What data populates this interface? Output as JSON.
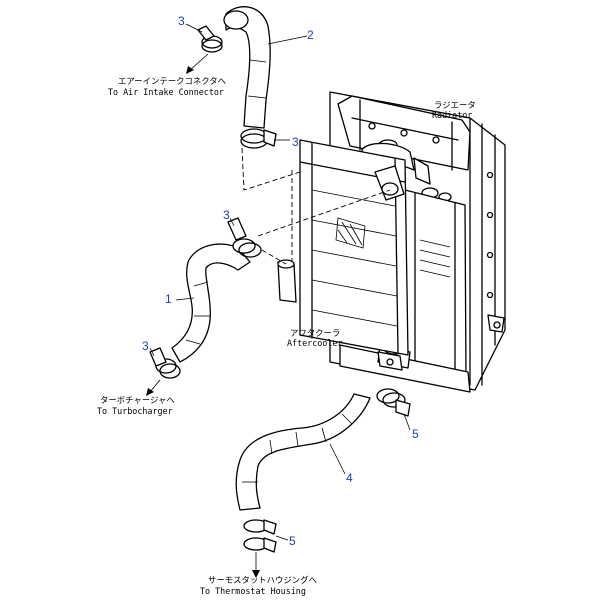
{
  "colors": {
    "callout": "#1a3fbf",
    "line": "#000000"
  },
  "callouts": {
    "c3_top": "3",
    "c2": "2",
    "c3_mid": "3",
    "c3_left": "3",
    "c1": "1",
    "c3_bottom": "3",
    "c4": "4",
    "c5_right": "5",
    "c5_bottom": "5"
  },
  "labels": {
    "radiator_jp": "ラジエータ",
    "radiator_en": "Radiator",
    "aftercooler_jp": "アフタクーラ",
    "aftercooler_en": "Aftercooler",
    "air_intake_jp": "エアーインテークコネクタへ",
    "air_intake_en": "To Air Intake Connector",
    "turbo_jp": "ターボチャージャへ",
    "turbo_en": "To Turbocharger",
    "thermostat_jp": "サーモスタットハウジングへ",
    "thermostat_en": "To Thermostat Housing"
  }
}
